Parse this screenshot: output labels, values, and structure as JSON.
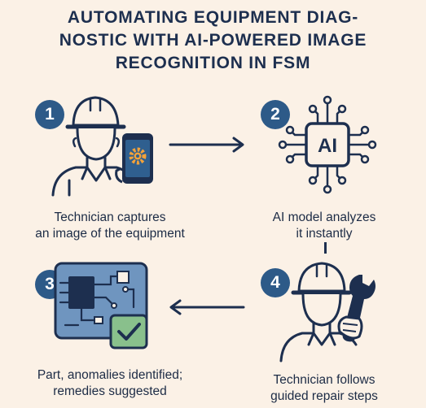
{
  "title": {
    "line1": "AUTOMATING EQUIPMENT DIAG-",
    "line2": "NOSTIC WITH AI-POWERED IMAGE",
    "line3": "RECOGNITION IN FSM"
  },
  "steps": [
    {
      "number": "1",
      "caption_line1": "Technician captures",
      "caption_line2": "an image of the equipment"
    },
    {
      "number": "2",
      "caption_line1": "AI model analyzes",
      "caption_line2": "it instantly",
      "chip_label": "AI"
    },
    {
      "number": "3",
      "caption_line1": "Part, anomalies identified;",
      "caption_line2": "remedies suggested"
    },
    {
      "number": "4",
      "caption_line1": "Technician follows",
      "caption_line2": "guided repair steps"
    }
  ],
  "colors": {
    "background": "#fbf1e6",
    "navy": "#1d2f4f",
    "badge": "#2d5a88",
    "skin": "#fbf1e6",
    "phone_screen": "#2f5f8f",
    "gear": "#f2a23a",
    "board": "#6f95bf",
    "check_box": "#89c08c"
  },
  "icons": [
    "worker-phone-icon",
    "ai-chip-icon",
    "circuit-board-icon",
    "checkmark-icon",
    "worker-wrench-icon",
    "arrow-right-icon",
    "arrow-left-icon"
  ]
}
